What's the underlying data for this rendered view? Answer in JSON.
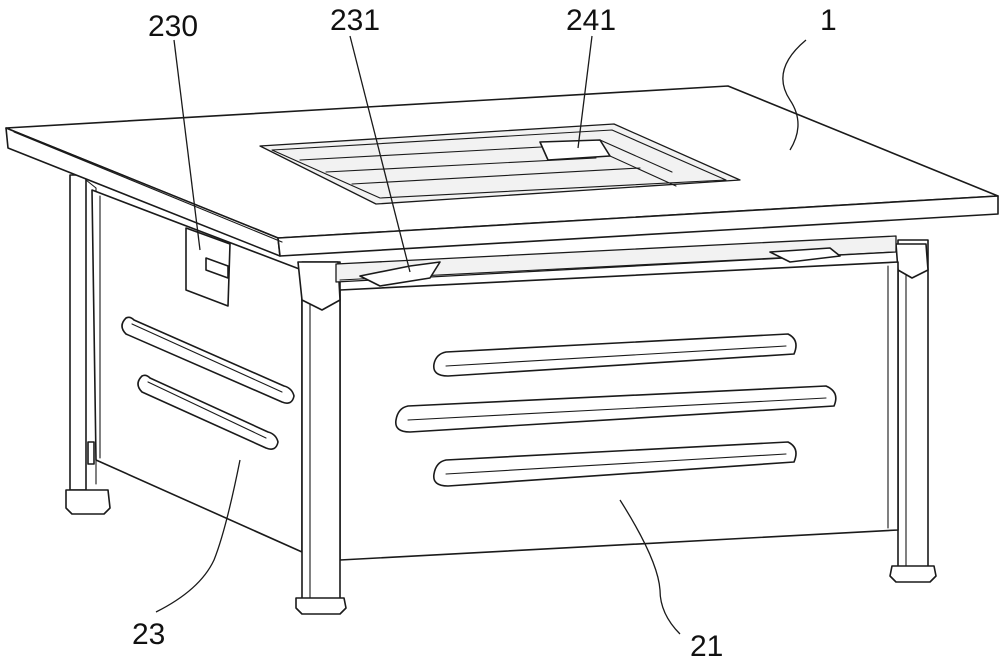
{
  "figure": {
    "labels": [
      {
        "id": "lbl-1",
        "text": "1",
        "target": "table-top"
      },
      {
        "id": "lbl-21",
        "text": "21",
        "target": "front-panel"
      },
      {
        "id": "lbl-23",
        "text": "23",
        "target": "side-panel"
      },
      {
        "id": "lbl-230",
        "text": "230",
        "target": "side-opening"
      },
      {
        "id": "lbl-231",
        "text": "231",
        "target": "inner-bracket"
      },
      {
        "id": "lbl-241",
        "text": "241",
        "target": "opening-rail"
      }
    ]
  }
}
